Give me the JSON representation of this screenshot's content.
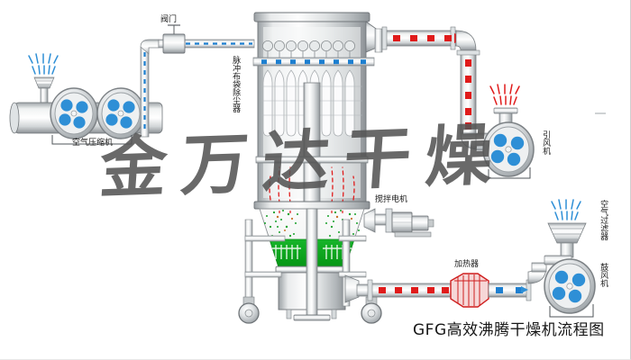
{
  "diagram": {
    "title": "GFG高效沸腾干燥机流程图",
    "watermark": "金万达干燥",
    "background_color": "#ffffff"
  },
  "colors": {
    "metal_light": "#f2f3f4",
    "metal_mid": "#c9ccce",
    "metal_dark": "#8d9295",
    "outline": "#6f7478",
    "fan_blue": "#2e8fd6",
    "air_blue": "#1d7fd0",
    "hot_red": "#e01b1b",
    "bed_green": "#0aa31a",
    "particle_green": "#18a02a",
    "text": "#1a1a1a"
  },
  "labels": {
    "valve": "阀门",
    "bag_filter": "脉冲布袋除尘器",
    "air_compressor": "空气压缩机",
    "induced_fan": "引风机",
    "stir_motor": "搅拌电机",
    "heater": "加热器",
    "air_filter": "空气过滤器",
    "blower": "鼓风机"
  },
  "flow": {
    "compressed_air_marker_color": "#1d7fd0",
    "hot_air_marker_color": "#e01b1b",
    "exhaust_marker_color": "#e01b1b",
    "intake_marker_color": "#1d7fd0"
  },
  "equipment": [
    {
      "name": "air-compressor",
      "label": "空气压缩机",
      "fans": 2
    },
    {
      "name": "pulse-bag-dust-collector",
      "label": "脉冲布袋除尘器",
      "bags": 9
    },
    {
      "name": "induced-draft-fan",
      "label": "引风机",
      "fans": 1
    },
    {
      "name": "blower",
      "label": "鼓风机",
      "fans": 1
    },
    {
      "name": "air-filter",
      "label": "空气过滤器"
    },
    {
      "name": "heater",
      "label": "加热器"
    },
    {
      "name": "stirring-motor",
      "label": "搅拌电机"
    },
    {
      "name": "valve",
      "label": "阀门"
    }
  ]
}
